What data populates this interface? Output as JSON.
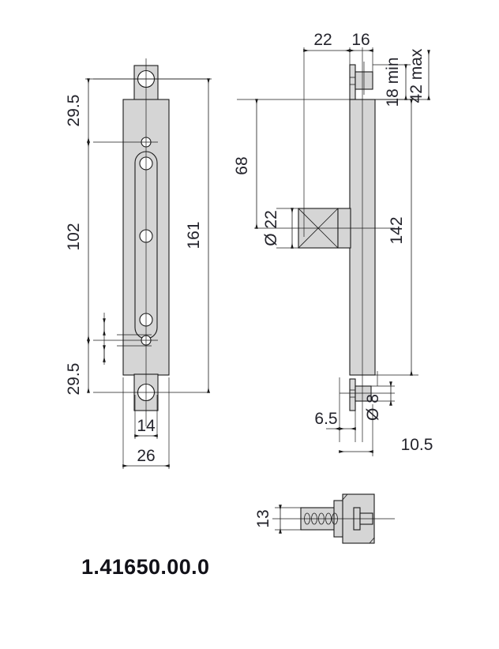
{
  "drawing": {
    "part_number": "1.41650.00.0",
    "background_color": "#ffffff",
    "line_color": "#1a1a1a",
    "fill_color": "#d5d5d5",
    "text_color": "#23232b"
  },
  "views": {
    "front": {
      "name": "front-view",
      "dimensions": {
        "top_offset": "29.5",
        "middle_span": "102",
        "bottom_offset": "29.5",
        "overall_length": "161",
        "slot_width": "14",
        "plate_width": "26"
      }
    },
    "side": {
      "name": "side-view",
      "dimensions": {
        "flange_offset": "22",
        "boss_width": "16",
        "stud_min": "18 min",
        "stud_max": "42 max",
        "top_to_pivot": "68",
        "pivot_diameter": "Ø 22",
        "body_length": "142",
        "lower_offset": "6.5",
        "pin_diameter": "Ø 8",
        "lower_width": "10.5"
      }
    },
    "screw": {
      "name": "screw-detail-view",
      "dimensions": {
        "shaft_diameter": "13"
      }
    }
  },
  "labels": {
    "d_29_5_top": "29.5",
    "d_102": "102",
    "d_29_5_bottom": "29.5",
    "d_161": "161",
    "d_14": "14",
    "d_26": "26",
    "d_22": "22",
    "d_16": "16",
    "d_18_min": "18 min",
    "d_42_max": "42 max",
    "d_68": "68",
    "d_dia_22": "Ø 22",
    "d_142": "142",
    "d_6_5": "6.5",
    "d_dia_8": "Ø 8",
    "d_10_5": "10.5",
    "d_13": "13",
    "part_number": "1.41650.00.0"
  }
}
